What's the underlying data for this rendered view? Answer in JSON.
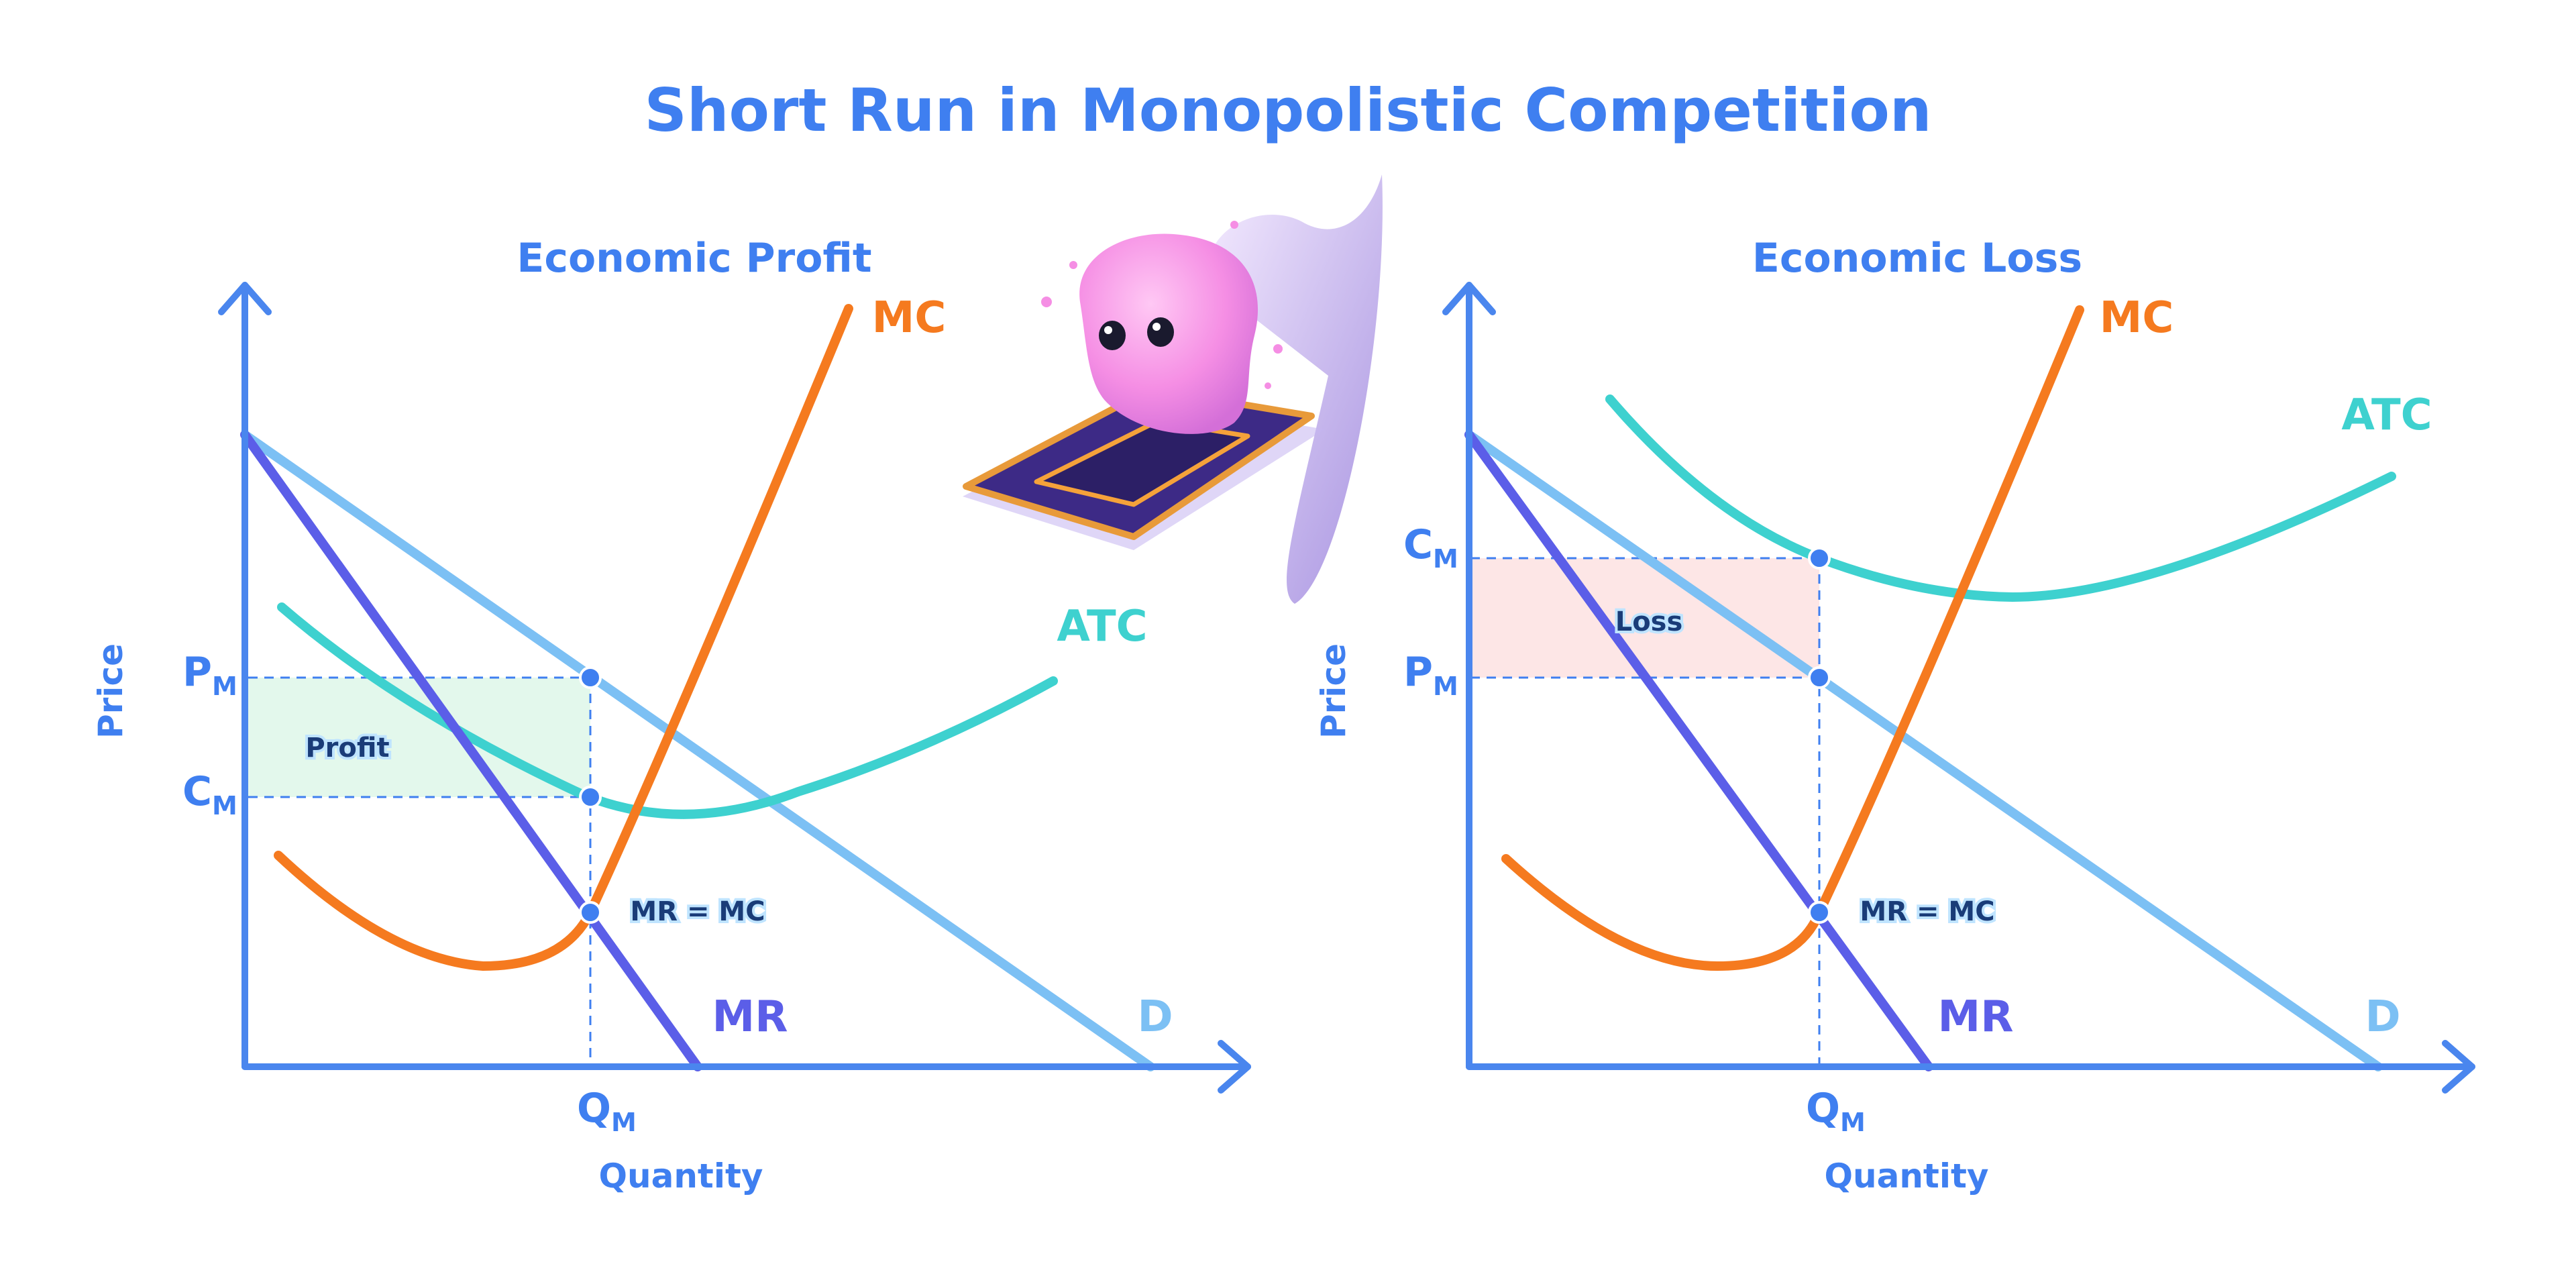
{
  "title": "Short Run in Monopolistic Competition",
  "colors": {
    "axis": "#4a86ee",
    "demand": "#7cc0f4",
    "mr": "#5b5ee8",
    "mc": "#f57a1f",
    "atc": "#3ed1cf",
    "profit_fill": "#e3f8ec",
    "loss_fill": "#fde6e6",
    "guide": "#3f7ff0",
    "text": "#3f7ff0"
  },
  "icons": [
    "pink-blob-character-on-flying-carpet"
  ],
  "panels": [
    {
      "title": "Economic Profit",
      "y_axis_label": "Price",
      "x_axis_label": "Quantity",
      "price_label": {
        "main": "P",
        "sub": "M"
      },
      "cost_label": {
        "main": "C",
        "sub": "M"
      },
      "quantity_label": {
        "main": "Q",
        "sub": "M"
      },
      "region_label": "Profit",
      "equilibrium_label": "MR = MC",
      "curves": {
        "mc": "MC",
        "atc": "ATC",
        "mr": "MR",
        "d": "D"
      }
    },
    {
      "title": "Economic Loss",
      "y_axis_label": "Price",
      "x_axis_label": "Quantity",
      "price_label": {
        "main": "P",
        "sub": "M"
      },
      "cost_label": {
        "main": "C",
        "sub": "M"
      },
      "quantity_label": {
        "main": "Q",
        "sub": "M"
      },
      "region_label": "Loss",
      "equilibrium_label": "MR = MC",
      "curves": {
        "mc": "MC",
        "atc": "ATC",
        "mr": "MR",
        "d": "D"
      }
    }
  ]
}
